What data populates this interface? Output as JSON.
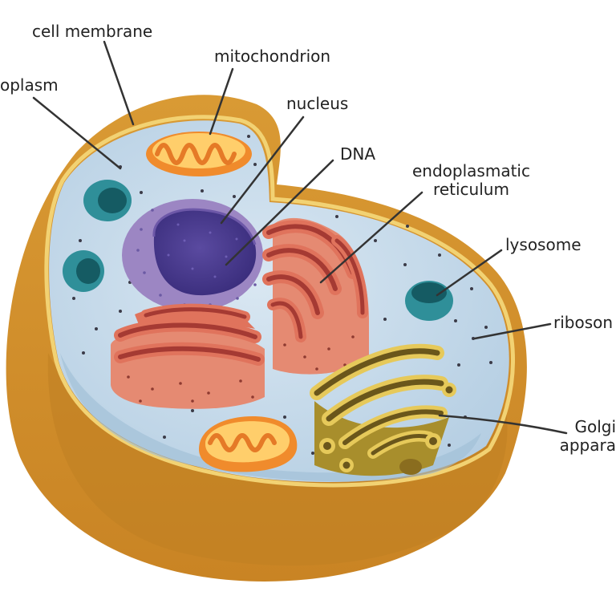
{
  "diagram": {
    "labels": {
      "cell_membrane": "cell membrane",
      "mitochondrion": "mitochondrion",
      "cytoplasm": "oplasm",
      "nucleus": "nucleus",
      "dna": "DNA",
      "er_line1": "endoplasmatic",
      "er_line2": "reticulum",
      "lysosome": "lysosome",
      "ribosome": "riboson",
      "golgi_line1": "Golgi",
      "golgi_line2": "appara"
    },
    "colors": {
      "outer_shell": "#d99a34",
      "shell_shadow": "#b87a22",
      "membrane_edge": "#f2d273",
      "cytoplasm": "#c2d9ea",
      "nucleus_envelope": "#9c86c3",
      "nucleoplasm": "#4b3d8f",
      "er": "#e0735c",
      "er_dark": "#a53a33",
      "golgi": "#c7aa3b",
      "golgi_dark": "#6a561b",
      "mitochondrion": "#f09c3a",
      "lysosome": "#2f8f99",
      "leader_line": "#333333"
    }
  }
}
